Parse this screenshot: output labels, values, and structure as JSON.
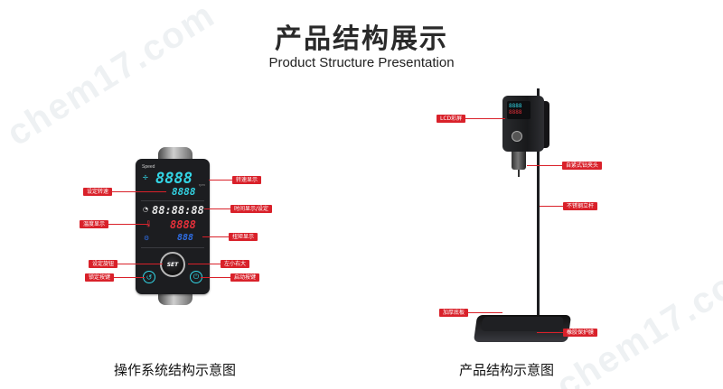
{
  "header": {
    "title": "产品结构展示",
    "subtitle": "Product Structure Presentation"
  },
  "watermark": "chem17.com",
  "controller": {
    "brand": "Speed",
    "speed_main": "8888",
    "speed_set": "8888",
    "timer": "88:88:88",
    "temperature": "8888",
    "torque": "888",
    "set_label": "SET",
    "callouts": {
      "speed_display": "转速显示",
      "set_speed": "设定转速",
      "time_display": "时间显示/设定",
      "temp_display": "温度显示",
      "torque_display": "扭矩显示",
      "set_knob": "设定旋钮",
      "left_small_right_large": "左小右大",
      "lock_button": "锁定按键",
      "start_button": "启动按键"
    },
    "caption": "操作系统结构示意图"
  },
  "stirrer": {
    "callouts": {
      "lcd": "LCD彩屏",
      "chuck": "自紧式钻夹头",
      "rod": "不锈钢立杆",
      "base": "加厚底板",
      "pad": "橡胶保护膜"
    },
    "caption": "产品结构示意图"
  },
  "colors": {
    "callout_red": "#d9212a",
    "display_cyan": "#33d6e6",
    "display_red": "#e8303a",
    "display_blue": "#2f6fe8"
  }
}
